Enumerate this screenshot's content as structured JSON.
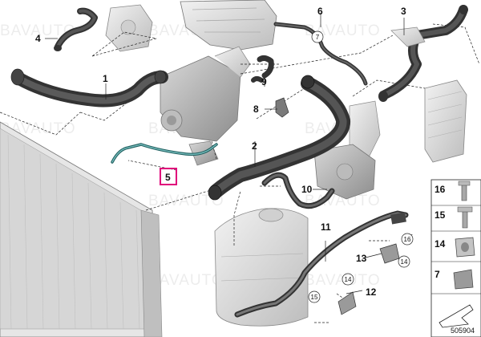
{
  "watermark": "BAVAUTO",
  "diagram_id": "505904",
  "callouts": [
    "1",
    "2",
    "3",
    "4",
    "5",
    "6",
    "7",
    "8",
    "9",
    "10",
    "11",
    "12",
    "13",
    "14",
    "15",
    "16"
  ],
  "sidebar_labels": [
    "16",
    "15",
    "14",
    "7"
  ],
  "circled": {
    "c7": "7",
    "c16": "16",
    "c14a": "14",
    "c14b": "14",
    "c15": "15"
  },
  "colors": {
    "highlight": "#e0007a",
    "line": "#222222",
    "hose_dark": "#3a3a3a",
    "part_gray": "#9a9a9a",
    "highlighted_pipe": "#2c7f7f"
  }
}
